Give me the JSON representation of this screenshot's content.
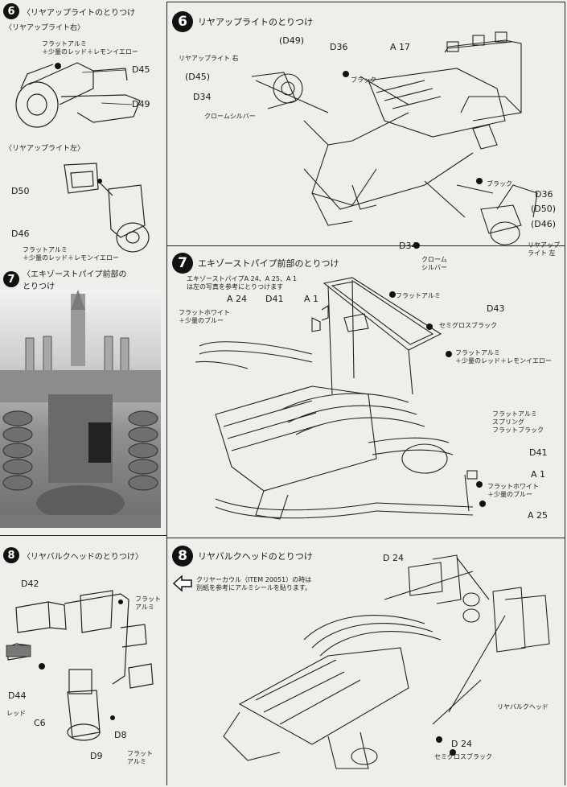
{
  "left": {
    "step6": {
      "number": "6",
      "title": "〈リヤアップライトのとりつけ",
      "right_sub": "〈リヤアップライト右〉",
      "right_paint": "フラットアルミ\n＋少量のレッド＋レモンイエロー",
      "left_sub": "〈リヤアップライト左〉",
      "left_paint": "フラットアルミ\n＋少量のレッド＋レモンイエロー",
      "parts": {
        "d45": "D45",
        "d49": "D49",
        "d50": "D50",
        "d46": "D46"
      }
    },
    "step7": {
      "number": "7",
      "title": "〈エキゾーストパイプ前部の\nとりつけ"
    },
    "step8": {
      "number": "8",
      "title": "〈リヤバルクヘッドのとりつけ〉",
      "paint_top": "フラット\nアルミ",
      "paint_bottom": "フラット\nアルミ",
      "red": "レッド",
      "parts": {
        "d42": "D42",
        "d44": "D44",
        "c6": "C6",
        "d8": "D8",
        "d9": "D9"
      }
    }
  },
  "right": {
    "step6": {
      "number": "6",
      "title": "リヤアップライトのとりつけ",
      "upright_right": "リヤアップライト 右",
      "chrome": "クロームシルバー",
      "black1": "ブラック",
      "black2": "ブラック",
      "chrome2": "クローム\nシルバー",
      "upright_left": "リヤアップ\nライト 左",
      "parts": {
        "d49": "(D49)",
        "d45": "(D45)",
        "d34a": "D34",
        "d36a": "D36",
        "a17": "A 17",
        "d36b": "D36",
        "d50": "(D50)",
        "d46": "(D46)",
        "d34b": "D34"
      }
    },
    "step7": {
      "number": "7",
      "title": "エキゾーストパイプ前部のとりつけ",
      "note": "エキゾーストパイプA 24、A 25、A 1\nは左の写真を参考にとりつけます",
      "flat_white": "フラットホワイト\n＋少量のブルー",
      "flat_alumi": "フラットアルミ",
      "semigloss": "セミグロスブラック",
      "alumi_mix": "フラットアルミ\n＋少量のレッド＋レモンイエロー",
      "spring": "フラットアルミ\nスプリング\nフラットブラック",
      "flat_white2": "フラットホワイト\n＋少量のブルー",
      "parts": {
        "a24": "A 24",
        "d41a": "D41",
        "a1a": "A 1",
        "d43": "D43",
        "d41b": "D41",
        "a1b": "A 1",
        "a25": "A 25"
      }
    },
    "step8": {
      "number": "8",
      "title": "リヤバルクヘッドのとりつけ",
      "note": "クリヤーカウル（ITEM 20051）の時は\n別紙を参考にアルミシールを貼ります。",
      "bulkhead": "リヤバルクヘッド",
      "semigloss": "セミグロスブラック",
      "parts": {
        "d24a": "D 24",
        "d24b": "D 24"
      }
    }
  }
}
